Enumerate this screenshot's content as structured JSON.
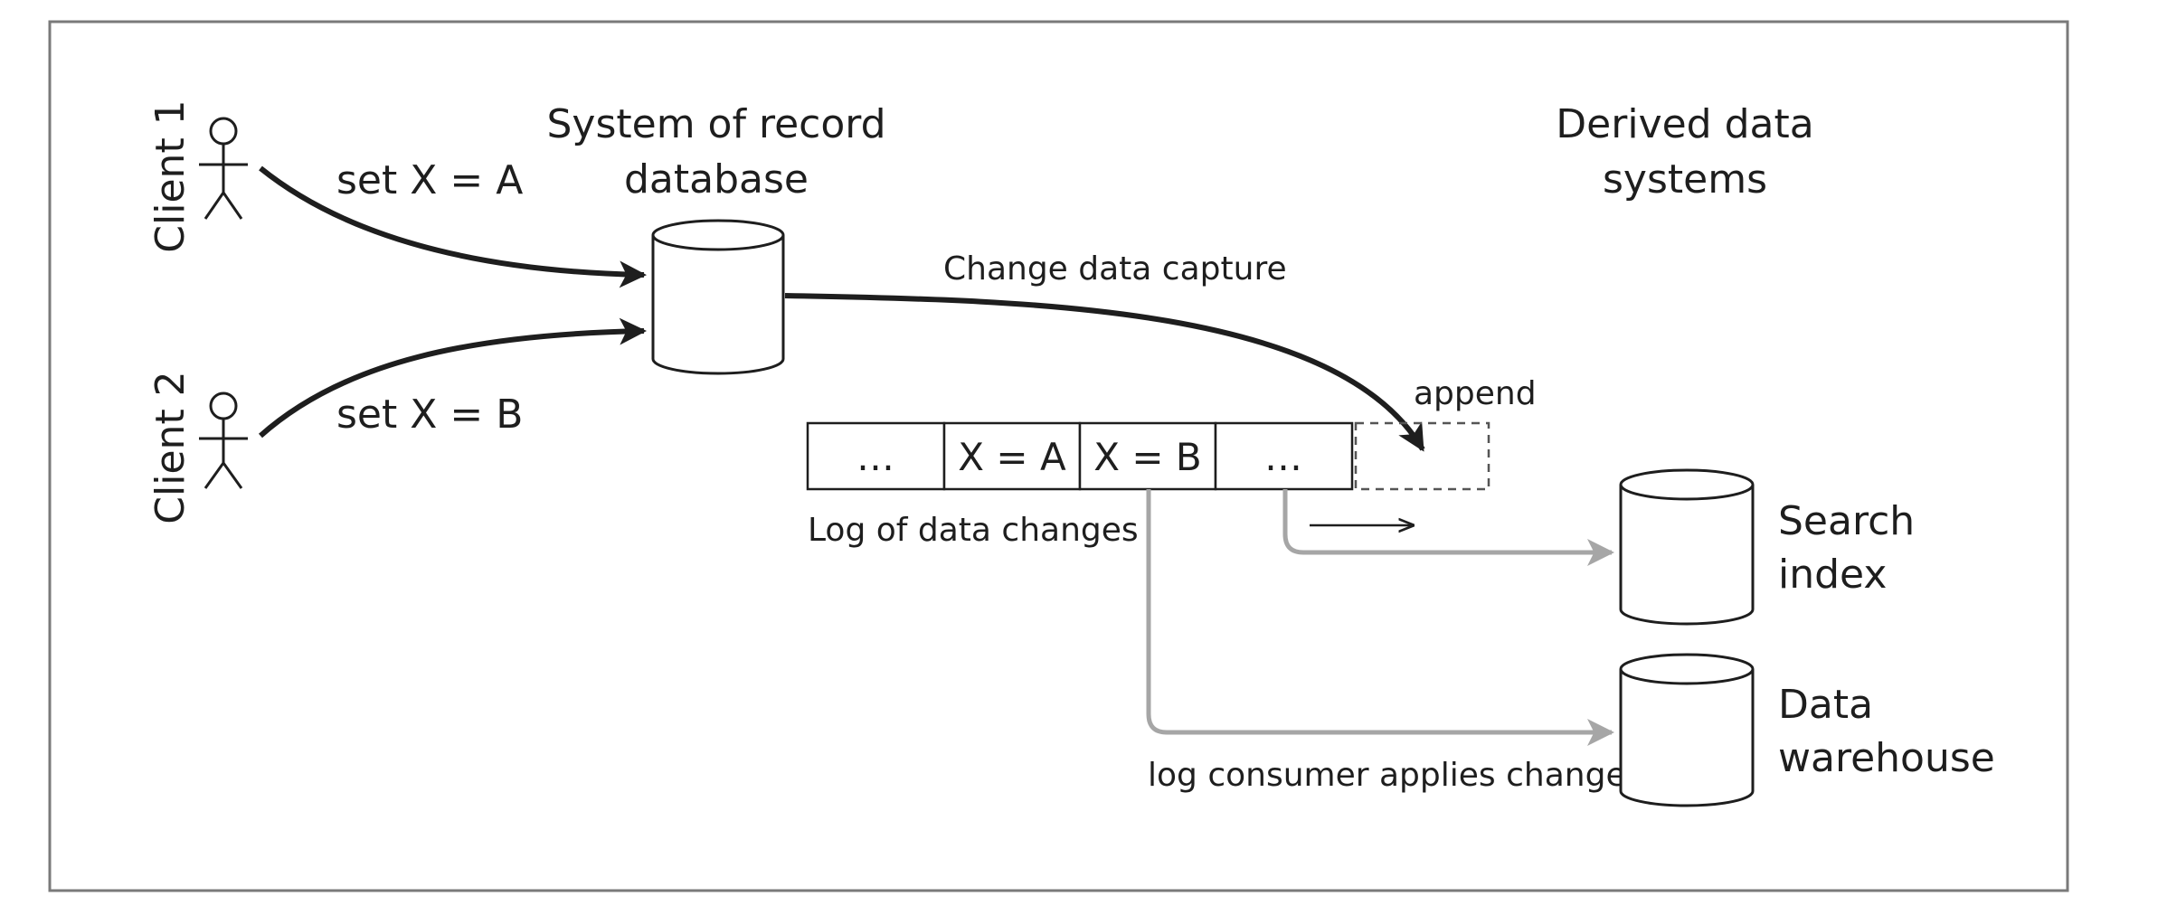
{
  "clients": [
    {
      "label": "Client 1",
      "action": "set X = A"
    },
    {
      "label": "Client 2",
      "action": "set X = B"
    }
  ],
  "system_of_record": {
    "line1": "System of record",
    "line2": "database"
  },
  "derived_title": {
    "line1": "Derived data",
    "line2": "systems"
  },
  "cdc_label": "Change data capture",
  "append_label": "append",
  "log": {
    "cells": [
      "…",
      "X = A",
      "X = B",
      "…"
    ],
    "label": "Log of data changes"
  },
  "consumer_label": "log consumer applies changes",
  "targets": [
    {
      "line1": "Search",
      "line2": "index"
    },
    {
      "line1": "Data",
      "line2": "warehouse"
    }
  ],
  "colors": {
    "ink": "#1e1e1e",
    "gray_arrow": "#a6a6a6",
    "frame": "#7a7a7a"
  }
}
